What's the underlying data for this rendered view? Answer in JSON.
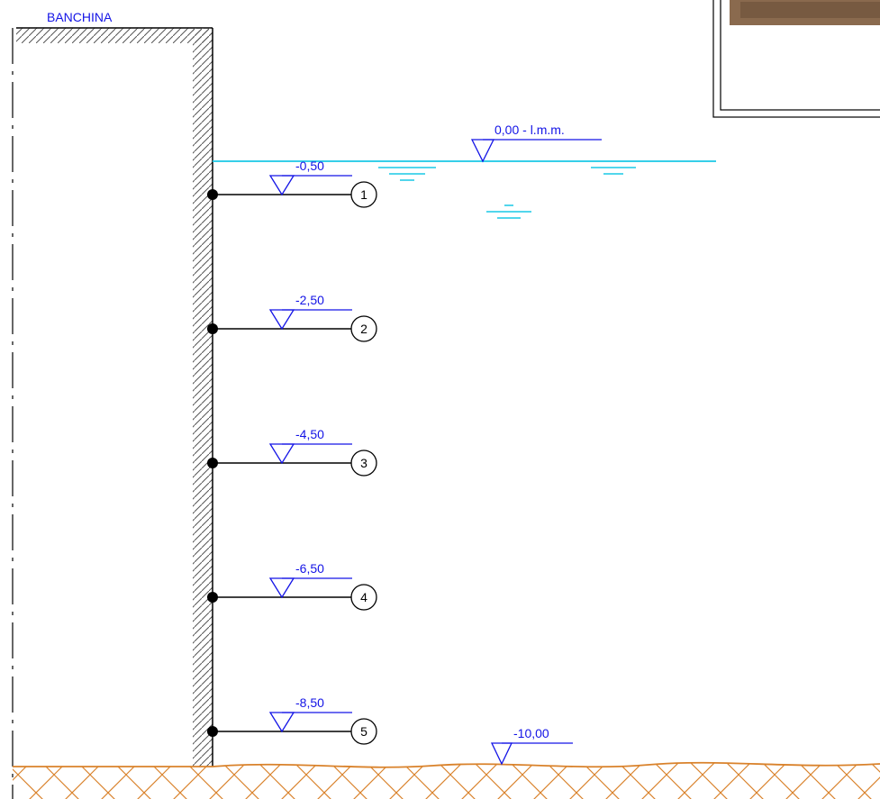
{
  "wharf_label": "BANCHINA",
  "water_level": {
    "label": "0,00 - l.m.m.",
    "color": "#19c8e6"
  },
  "seabed_level": {
    "label": "-10,00",
    "color": "#d9822b"
  },
  "annotation_color": "#1414e6",
  "measure_points": [
    {
      "number": "1",
      "depth_label": "-0,50"
    },
    {
      "number": "2",
      "depth_label": "-2,50"
    },
    {
      "number": "3",
      "depth_label": "-4,50"
    },
    {
      "number": "4",
      "depth_label": "-6,50"
    },
    {
      "number": "5",
      "depth_label": "-8,50"
    }
  ],
  "inset_photo": {
    "description_icon": "photo-thumbnail"
  }
}
